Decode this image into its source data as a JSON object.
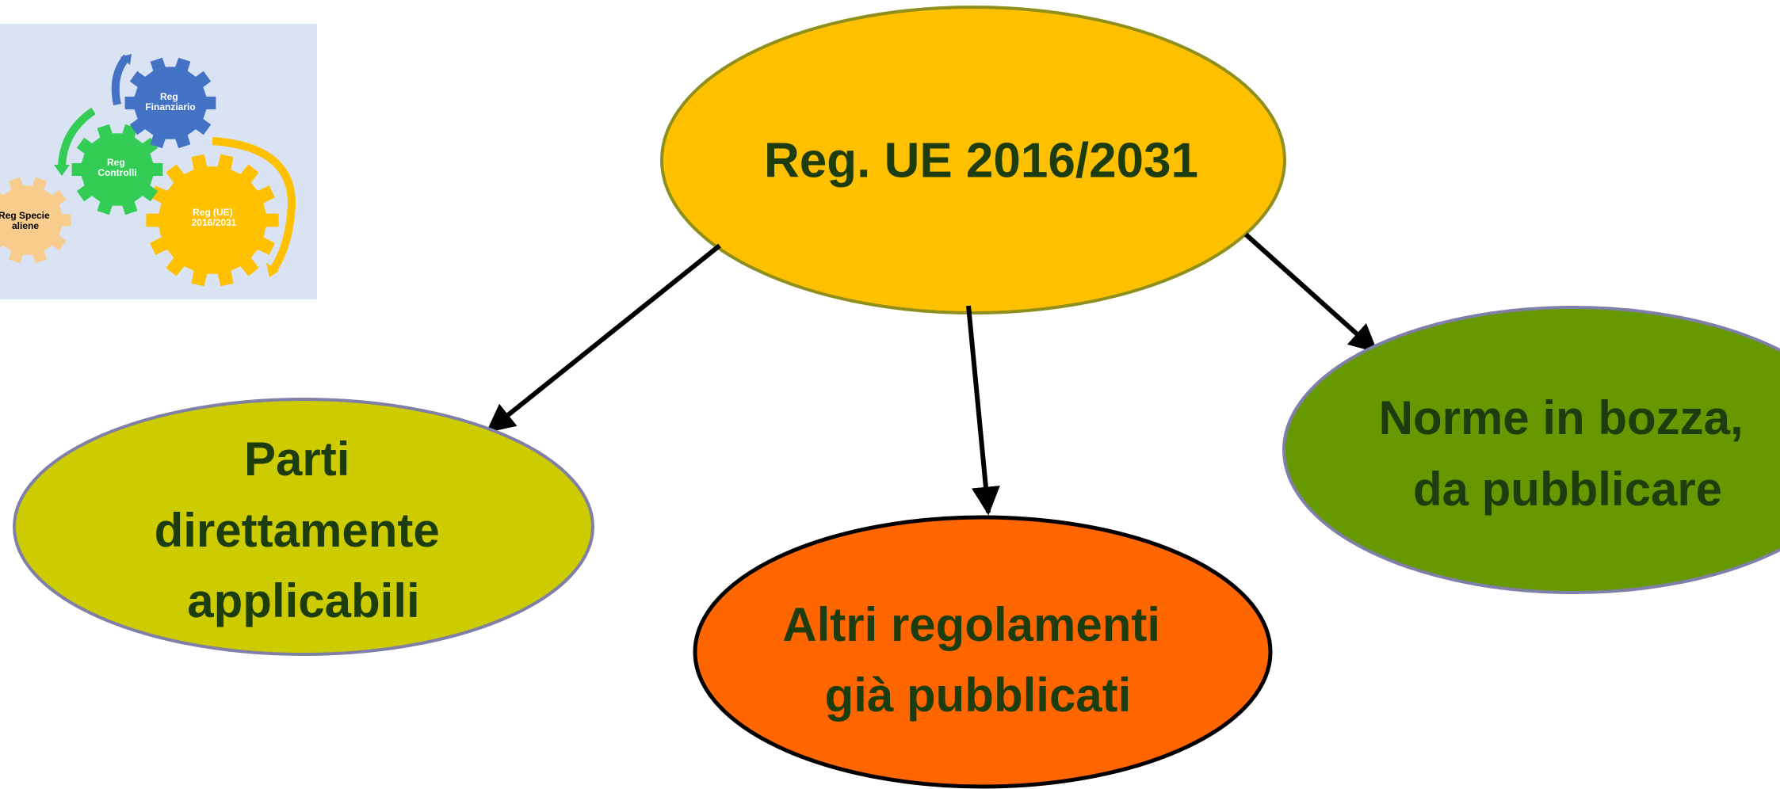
{
  "diagram": {
    "central": {
      "label": "Reg. UE 2016/2031"
    },
    "children": [
      {
        "lines": [
          "Parti",
          "direttamente",
          "applicabili"
        ]
      },
      {
        "lines": [
          "Altri regolamenti",
          "già pubblicati"
        ]
      },
      {
        "lines": [
          "Norme in bozza,",
          "da  pubblicare"
        ]
      }
    ]
  },
  "thumbnail": {
    "gears": [
      {
        "lines": [
          "Reg",
          "Finanziario"
        ]
      },
      {
        "lines": [
          "Reg",
          "Controlli"
        ]
      },
      {
        "lines": [
          "Reg (UE)",
          "2016/2031"
        ]
      },
      {
        "lines": [
          "Reg Specie",
          "aliene"
        ]
      }
    ]
  },
  "colors": {
    "central_fill": "#FFC000",
    "central_stroke": "#8F8F1E",
    "left_fill": "#CCCC00",
    "bottom_fill": "#FF6600",
    "right_fill": "#669900",
    "node_stroke": "#7F7FA8",
    "text_dark": "#1E3D0F",
    "arrow": "#000000",
    "thumb_bg": "#D9E3F3",
    "gear_blue": "#4472C4",
    "gear_green": "#33CC55",
    "gear_yellow": "#FFC000",
    "gear_peach": "#F8CC8C"
  }
}
